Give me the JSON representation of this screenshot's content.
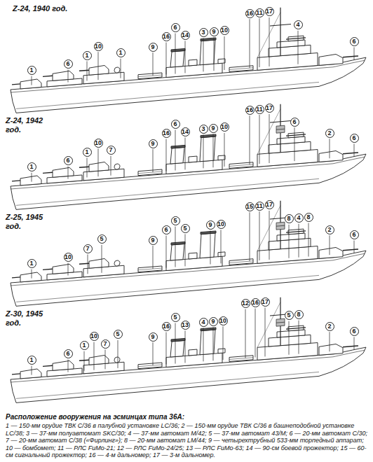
{
  "diagram": {
    "title": "Расположение вооружения на эсминцах типа 36А:",
    "caption": "1 — 150-мм орудие ТВК С/36 в палубной установке LC/36; 2 — 150-мм орудие ТВК С/36 в башнеподобной установке LC/38; 3 — 37-мм полуавтомат SKC/30; 4 — 37-мм автомат М/42; 5 — 37-мм автомат 43/М; 6 — 20-мм автомат С/30; 7 — 20-мм автомат С/38 («Фирлинг»); 8 — 20-мм автомат LM/44; 9 — четырехтрубный 533-мм торпедный аппарат; 10 — бомбомет; 11 — РЛС FuMo-21; 12 — РЛС FuMo-24/25; 13 — РЛС FuMo-63; 14 — 90-см боевой прожектор; 15 — 60-см сигнальный прожектор; 16 — 4-м дальномер; 17 — 3-м дальномер.",
    "labels": [
      "Z-24, 1940 год.",
      "1",
      "6",
      "1",
      "10",
      "1",
      "9",
      "16",
      "6",
      "14",
      "3",
      "9",
      "10",
      "16",
      "11",
      "17",
      "4",
      "6",
      "Z-24, 1942 год.",
      "1",
      "6",
      "1",
      "10",
      "7",
      "9",
      "16",
      "6",
      "14",
      "3",
      "9",
      "10",
      "16",
      "11",
      "17",
      "6",
      "2",
      "6",
      "Z-25, 1945 год.",
      "1",
      "10",
      "7",
      "5",
      "9",
      "6",
      "5",
      "5",
      "9",
      "10",
      "15",
      "11",
      "17",
      "8",
      "4",
      "8",
      "2",
      "6",
      "Z-30, 1945 год.",
      "1",
      "6",
      "1",
      "10",
      "7",
      "5",
      "9",
      "16",
      "5",
      "13",
      "4",
      "9",
      "10",
      "12",
      "16",
      "17",
      "5",
      "8",
      "2",
      "6"
    ]
  }
}
